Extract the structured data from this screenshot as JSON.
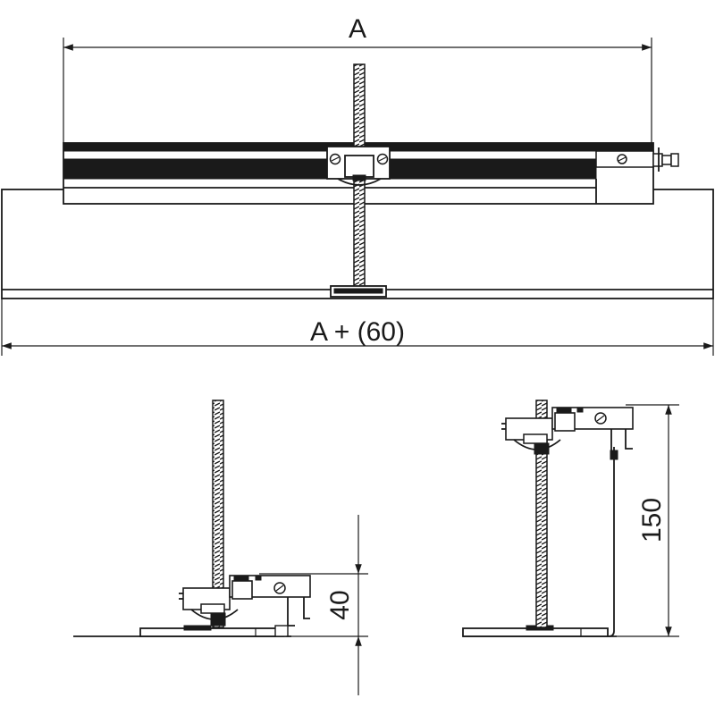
{
  "dimensions": {
    "top_width": "A",
    "overall_width": "A + (60)",
    "left_height": "40",
    "right_height": "150"
  },
  "colors": {
    "line": "#1a1a1a",
    "background": "#ffffff"
  }
}
